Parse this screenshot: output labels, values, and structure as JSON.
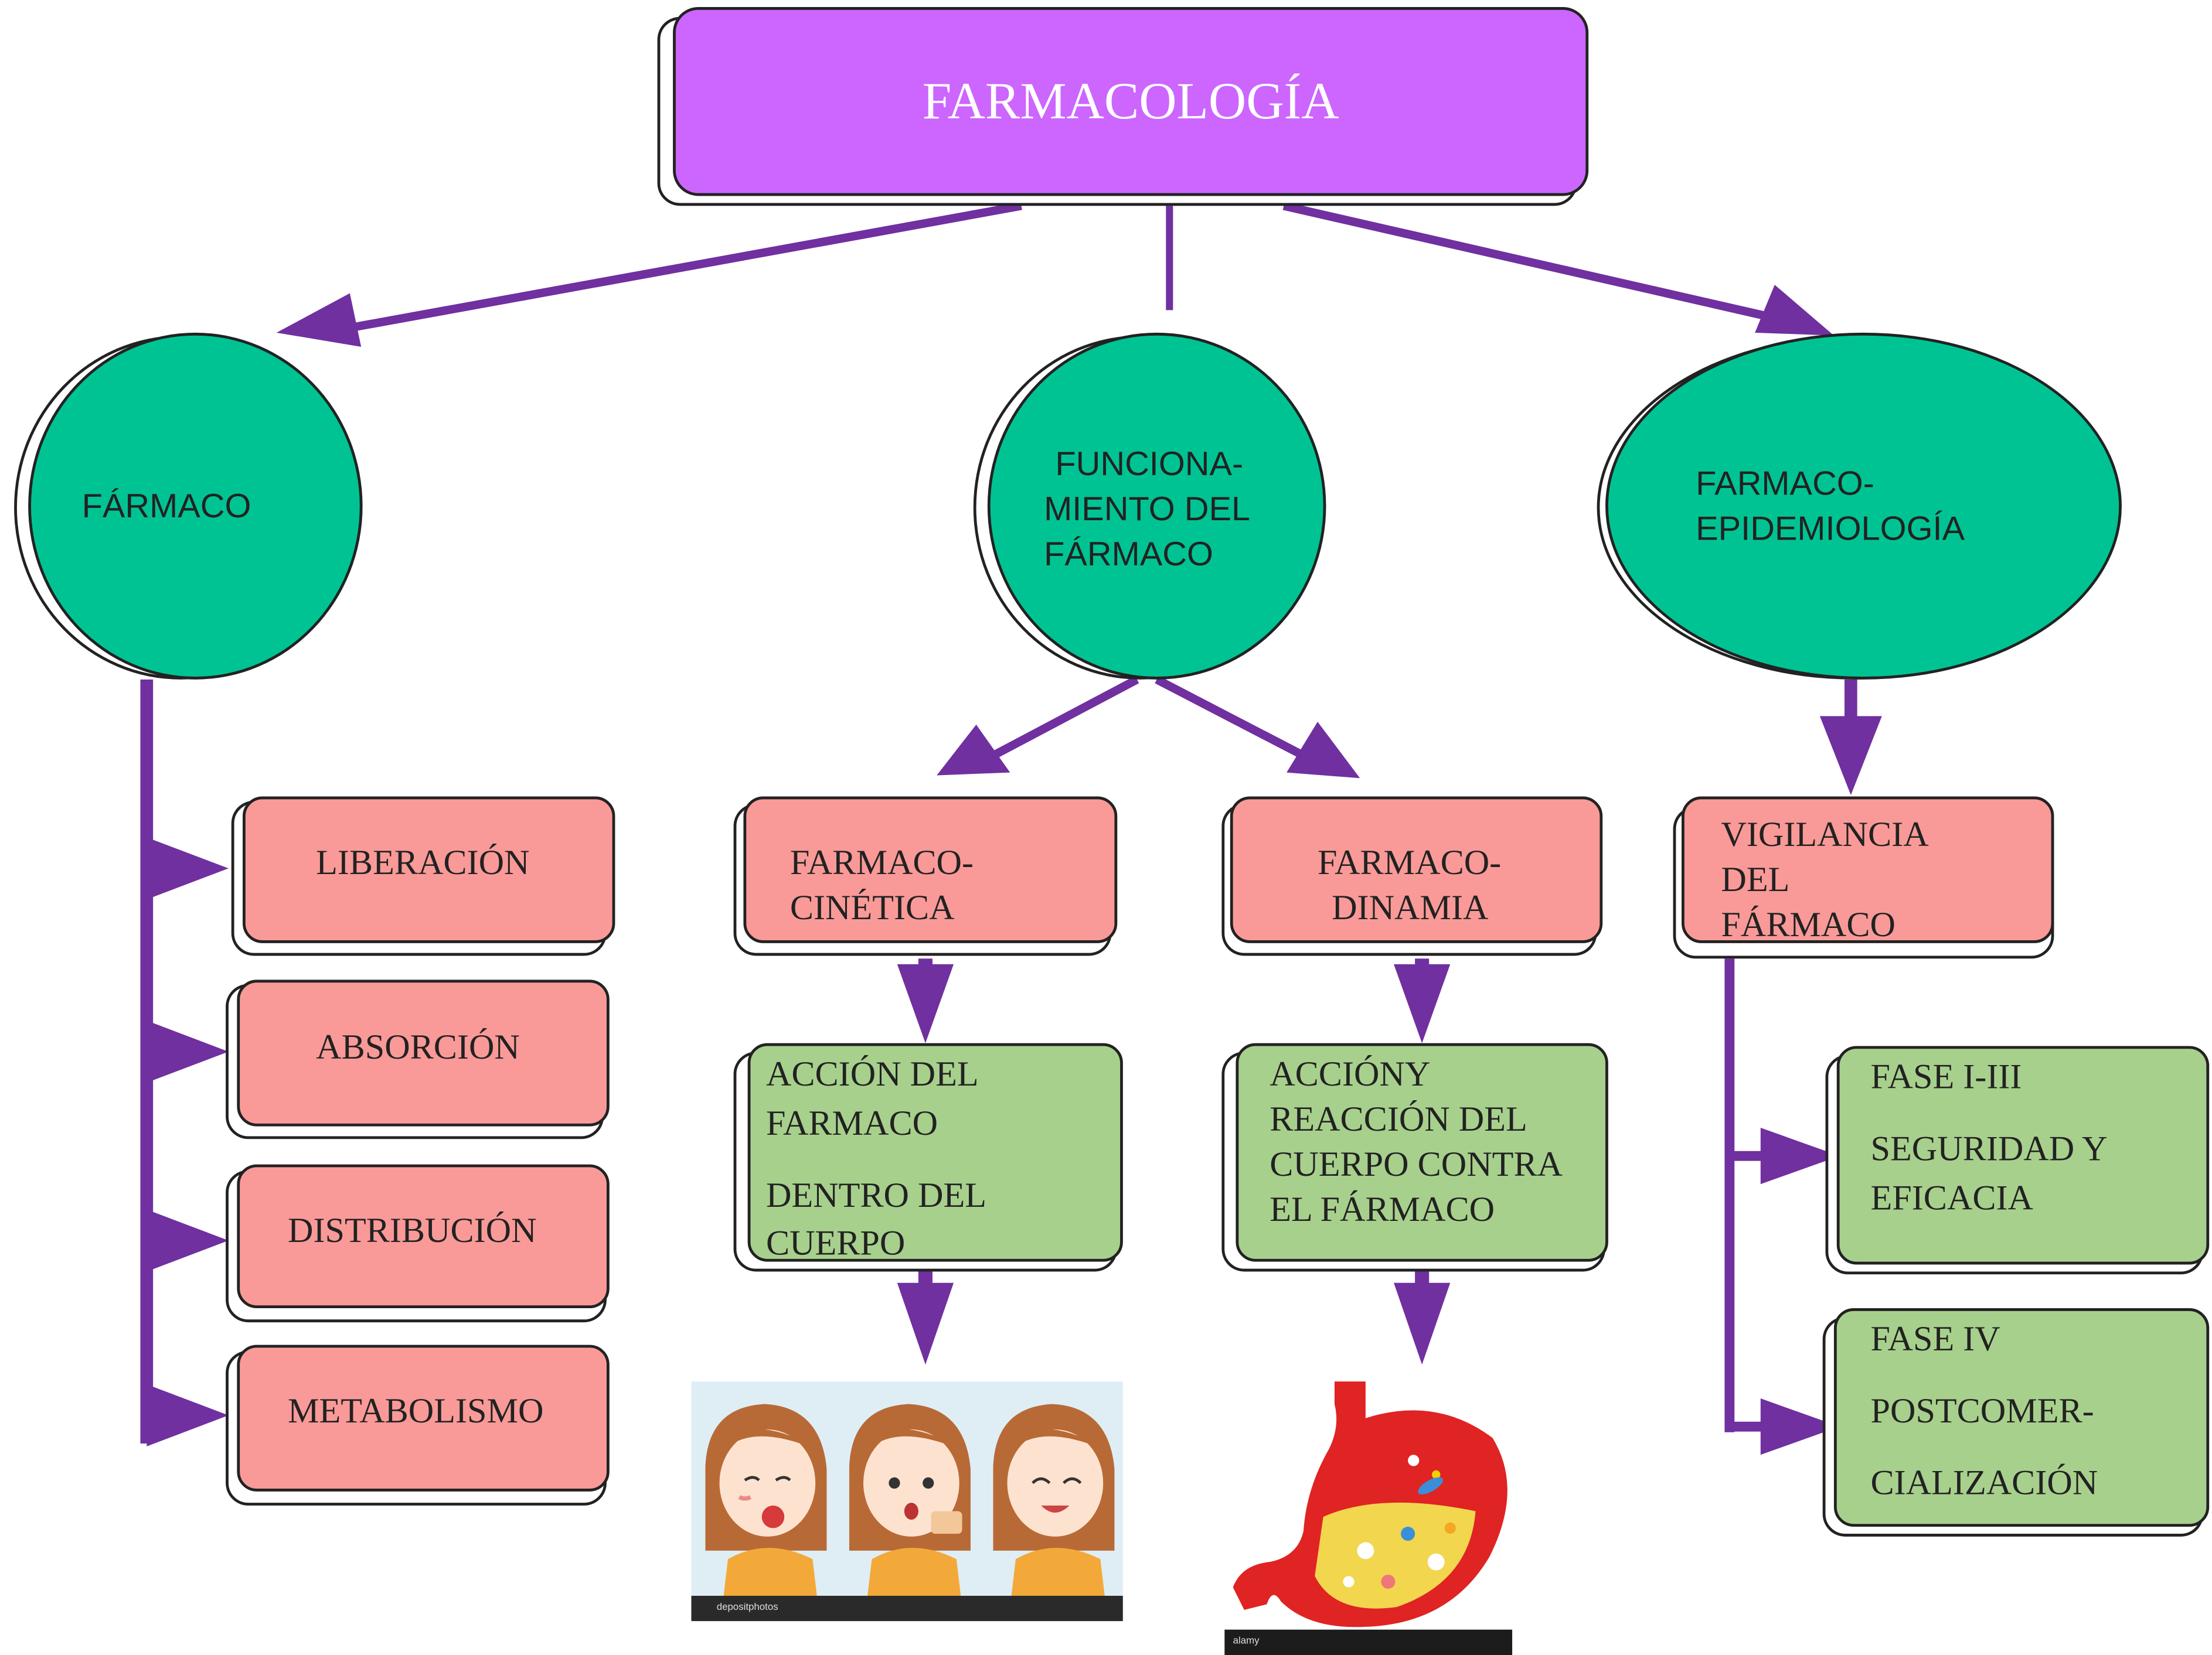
{
  "title": "FARMACOLOGÍA",
  "colors": {
    "title_fill": "#cc66ff",
    "branch_fill": "#00c393",
    "pink_fill": "#f99a98",
    "green_fill": "#a8d08d",
    "arrow": "#7030a0"
  },
  "branches": {
    "farmaco": {
      "label": "FÁRMACO",
      "items": [
        "LIBERACIÓN",
        "ABSORCIÓN",
        "DISTRIBUCIÓN",
        "METABOLISMO"
      ]
    },
    "funcionamiento": {
      "label_lines": [
        "FUNCIONA-",
        "MIENTO DEL",
        "FÁRMACO"
      ],
      "farmacocinetica": {
        "label_lines": [
          "FARMACO-",
          "CINÉTICA"
        ],
        "detail_lines": [
          "ACCIÓN DEL",
          "FARMACO",
          "DENTRO DEL",
          "CUERPO"
        ],
        "image_caption": "depositphotos"
      },
      "farmacodinamia": {
        "label_lines": [
          "FARMACO-",
          "DINAMIA"
        ],
        "detail_lines": [
          "ACCIÓNY",
          "REACCIÓN DEL",
          "CUERPO CONTRA",
          "EL FÁRMACO"
        ],
        "image_caption": "alamy"
      }
    },
    "farmacoepidemiologia": {
      "label_lines": [
        "FARMACO-",
        "EPIDEMIOLOGÍA"
      ],
      "vigilancia_lines": [
        "VIGILANCIA",
        "DEL",
        "FÁRMACO"
      ],
      "fase1": {
        "lines": [
          "FASE I-III",
          "SEGURIDAD Y",
          "EFICACIA"
        ]
      },
      "fase4": {
        "lines": [
          "FASE IV",
          "POSTCOMER-",
          "CIALIZACIÓN"
        ]
      }
    }
  }
}
